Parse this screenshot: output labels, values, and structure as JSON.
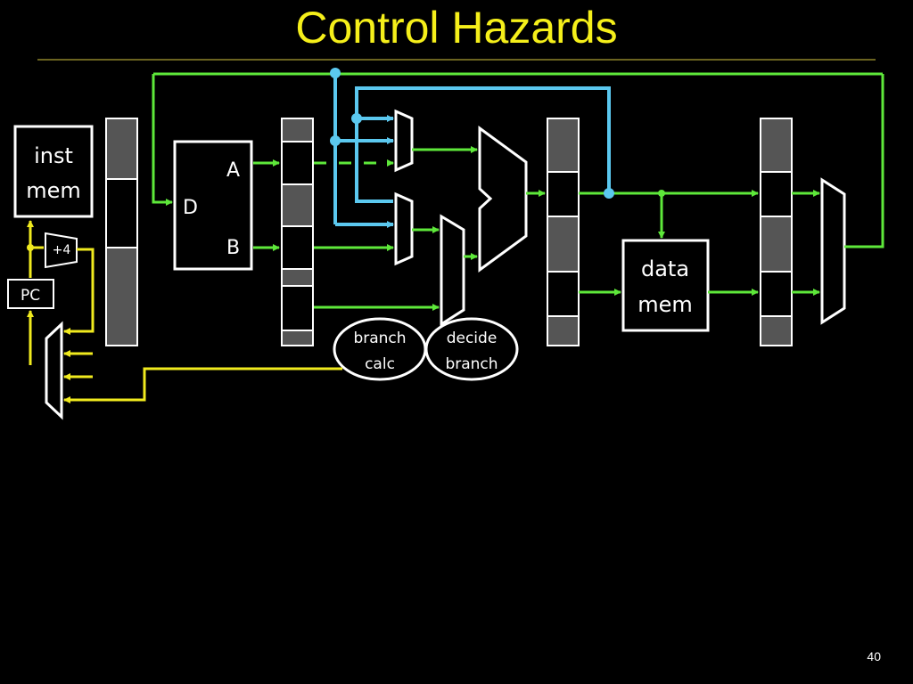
{
  "slide": {
    "title": "Control Hazards",
    "page_number": "40"
  },
  "diagram": {
    "inst_mem": [
      "inst",
      "mem"
    ],
    "plus4": "+4",
    "pc": "PC",
    "regfile": {
      "d": "D",
      "a": "A",
      "b": "B"
    },
    "data_mem": [
      "data",
      "mem"
    ],
    "branch_calc": [
      "branch",
      "calc"
    ],
    "decide_branch": [
      "decide",
      "branch"
    ]
  },
  "colors": {
    "background": "#000000",
    "title": "#f5ef1a",
    "data_wire": "#5ee83a",
    "pc_wire": "#f0ea1e",
    "forward_wire": "#5bc8ef",
    "pipeline_reg_fill": "#555555"
  }
}
